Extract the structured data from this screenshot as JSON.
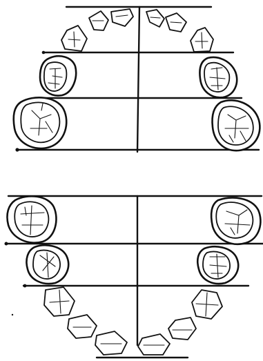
{
  "figure": {
    "arches": [
      {
        "name": "upper",
        "tooth_count": 10
      },
      {
        "name": "lower",
        "tooth_count": 10
      }
    ],
    "stroke_color": "#111111",
    "background": "#ffffff"
  }
}
